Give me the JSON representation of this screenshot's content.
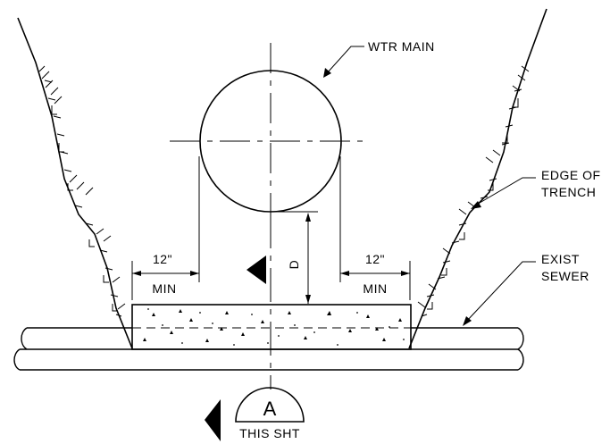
{
  "labels": {
    "water_main": "WTR MAIN",
    "edge_of_trench_line1": "EDGE OF",
    "edge_of_trench_line2": "TRENCH",
    "exist_sewer_line1": "EXIST",
    "exist_sewer_line2": "SEWER",
    "clearance_left": "12\"",
    "min_left": "MIN",
    "clearance_right": "12\"",
    "min_right": "MIN",
    "depth": "D",
    "section_letter": "A",
    "section_sheet": "THIS SHT"
  },
  "colors": {
    "ink": "#000000",
    "background": "#ffffff"
  }
}
